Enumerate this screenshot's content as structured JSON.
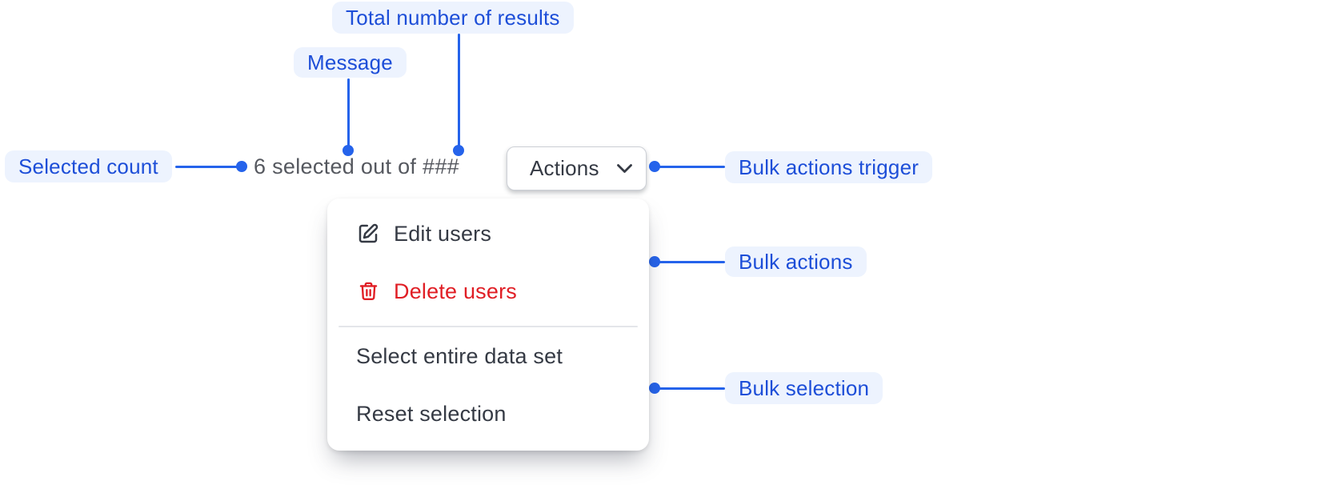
{
  "annotations": {
    "total_results": {
      "label": "Total number of results"
    },
    "message": {
      "label": "Message"
    },
    "selected_count": {
      "label": "Selected count"
    },
    "bulk_actions_trigger": {
      "label": "Bulk actions trigger"
    },
    "bulk_actions": {
      "label": "Bulk actions"
    },
    "bulk_selection": {
      "label": "Bulk selection"
    }
  },
  "bulk_bar": {
    "message": "6 selected out of ###",
    "actions_button": {
      "label": "Actions",
      "icon": "chevron-down-icon"
    }
  },
  "menu": {
    "items": [
      {
        "label": "Edit users",
        "icon": "edit-pencil-icon",
        "tone": "default"
      },
      {
        "label": "Delete users",
        "icon": "trash-icon",
        "tone": "critical"
      },
      {
        "label": "Select entire data set",
        "icon": null,
        "tone": "default"
      },
      {
        "label": "Reset selection",
        "icon": null,
        "tone": "default"
      }
    ],
    "divider_after_index": 1
  },
  "colors": {
    "annotation_text": "#1d4ed8",
    "annotation_bg": "#edf3fe",
    "connector_blue": "#2563eb",
    "menu_text": "#353a44",
    "critical_red": "#e01e25",
    "message_gray": "#55585f",
    "background": "#ffffff"
  }
}
